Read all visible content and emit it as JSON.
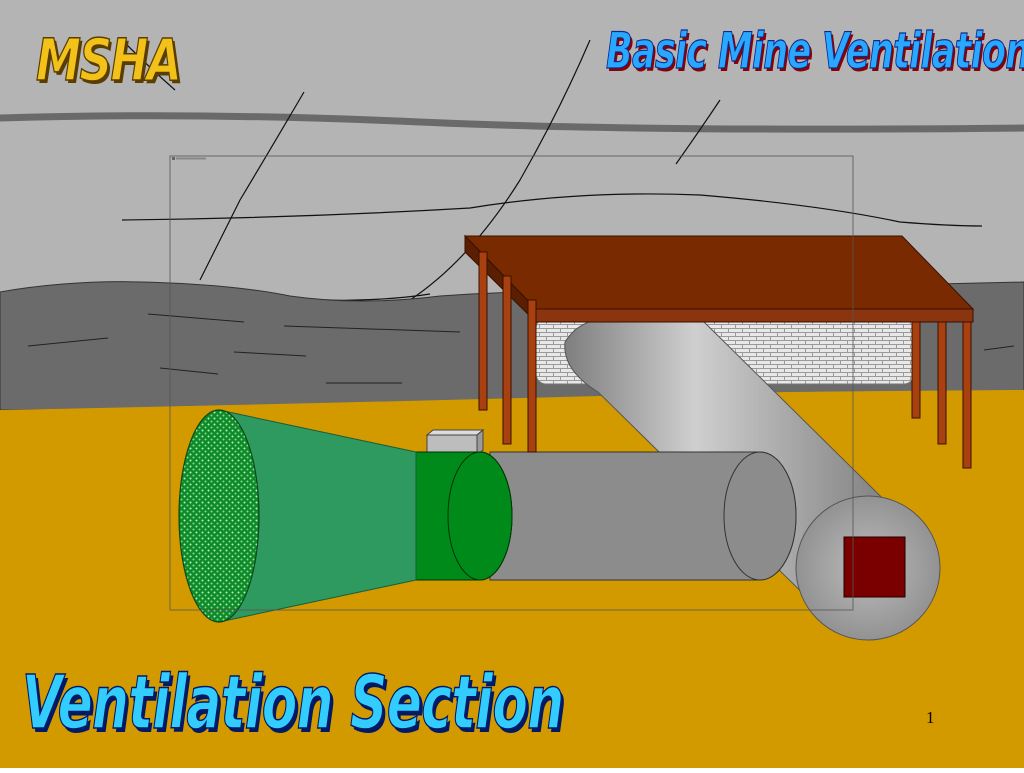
{
  "slide": {
    "logo_text": "MSHA",
    "title": "Basic Mine Ventilation",
    "subtitle": "Ventilation Section",
    "page_number": "1"
  },
  "colors": {
    "sky_gray": "#b4b4b4",
    "rock_dark": "#6b6b6b",
    "floor_gold": "#d39a00",
    "roof_brown": "#7a2a00",
    "fan_green": "#008a1a",
    "cone_green": "#2e9a60",
    "duct_gray": "#8c8c8c",
    "control_red": "#7a0000",
    "logo_gold": "#f2c21a",
    "title_blue": "#2aa8ff",
    "subtitle_cyan": "#33ccff"
  },
  "icons": [
    "msha-logo",
    "mine-fan-diagram",
    "overcast-structure",
    "ventilation-duct",
    "fan-control-box"
  ]
}
